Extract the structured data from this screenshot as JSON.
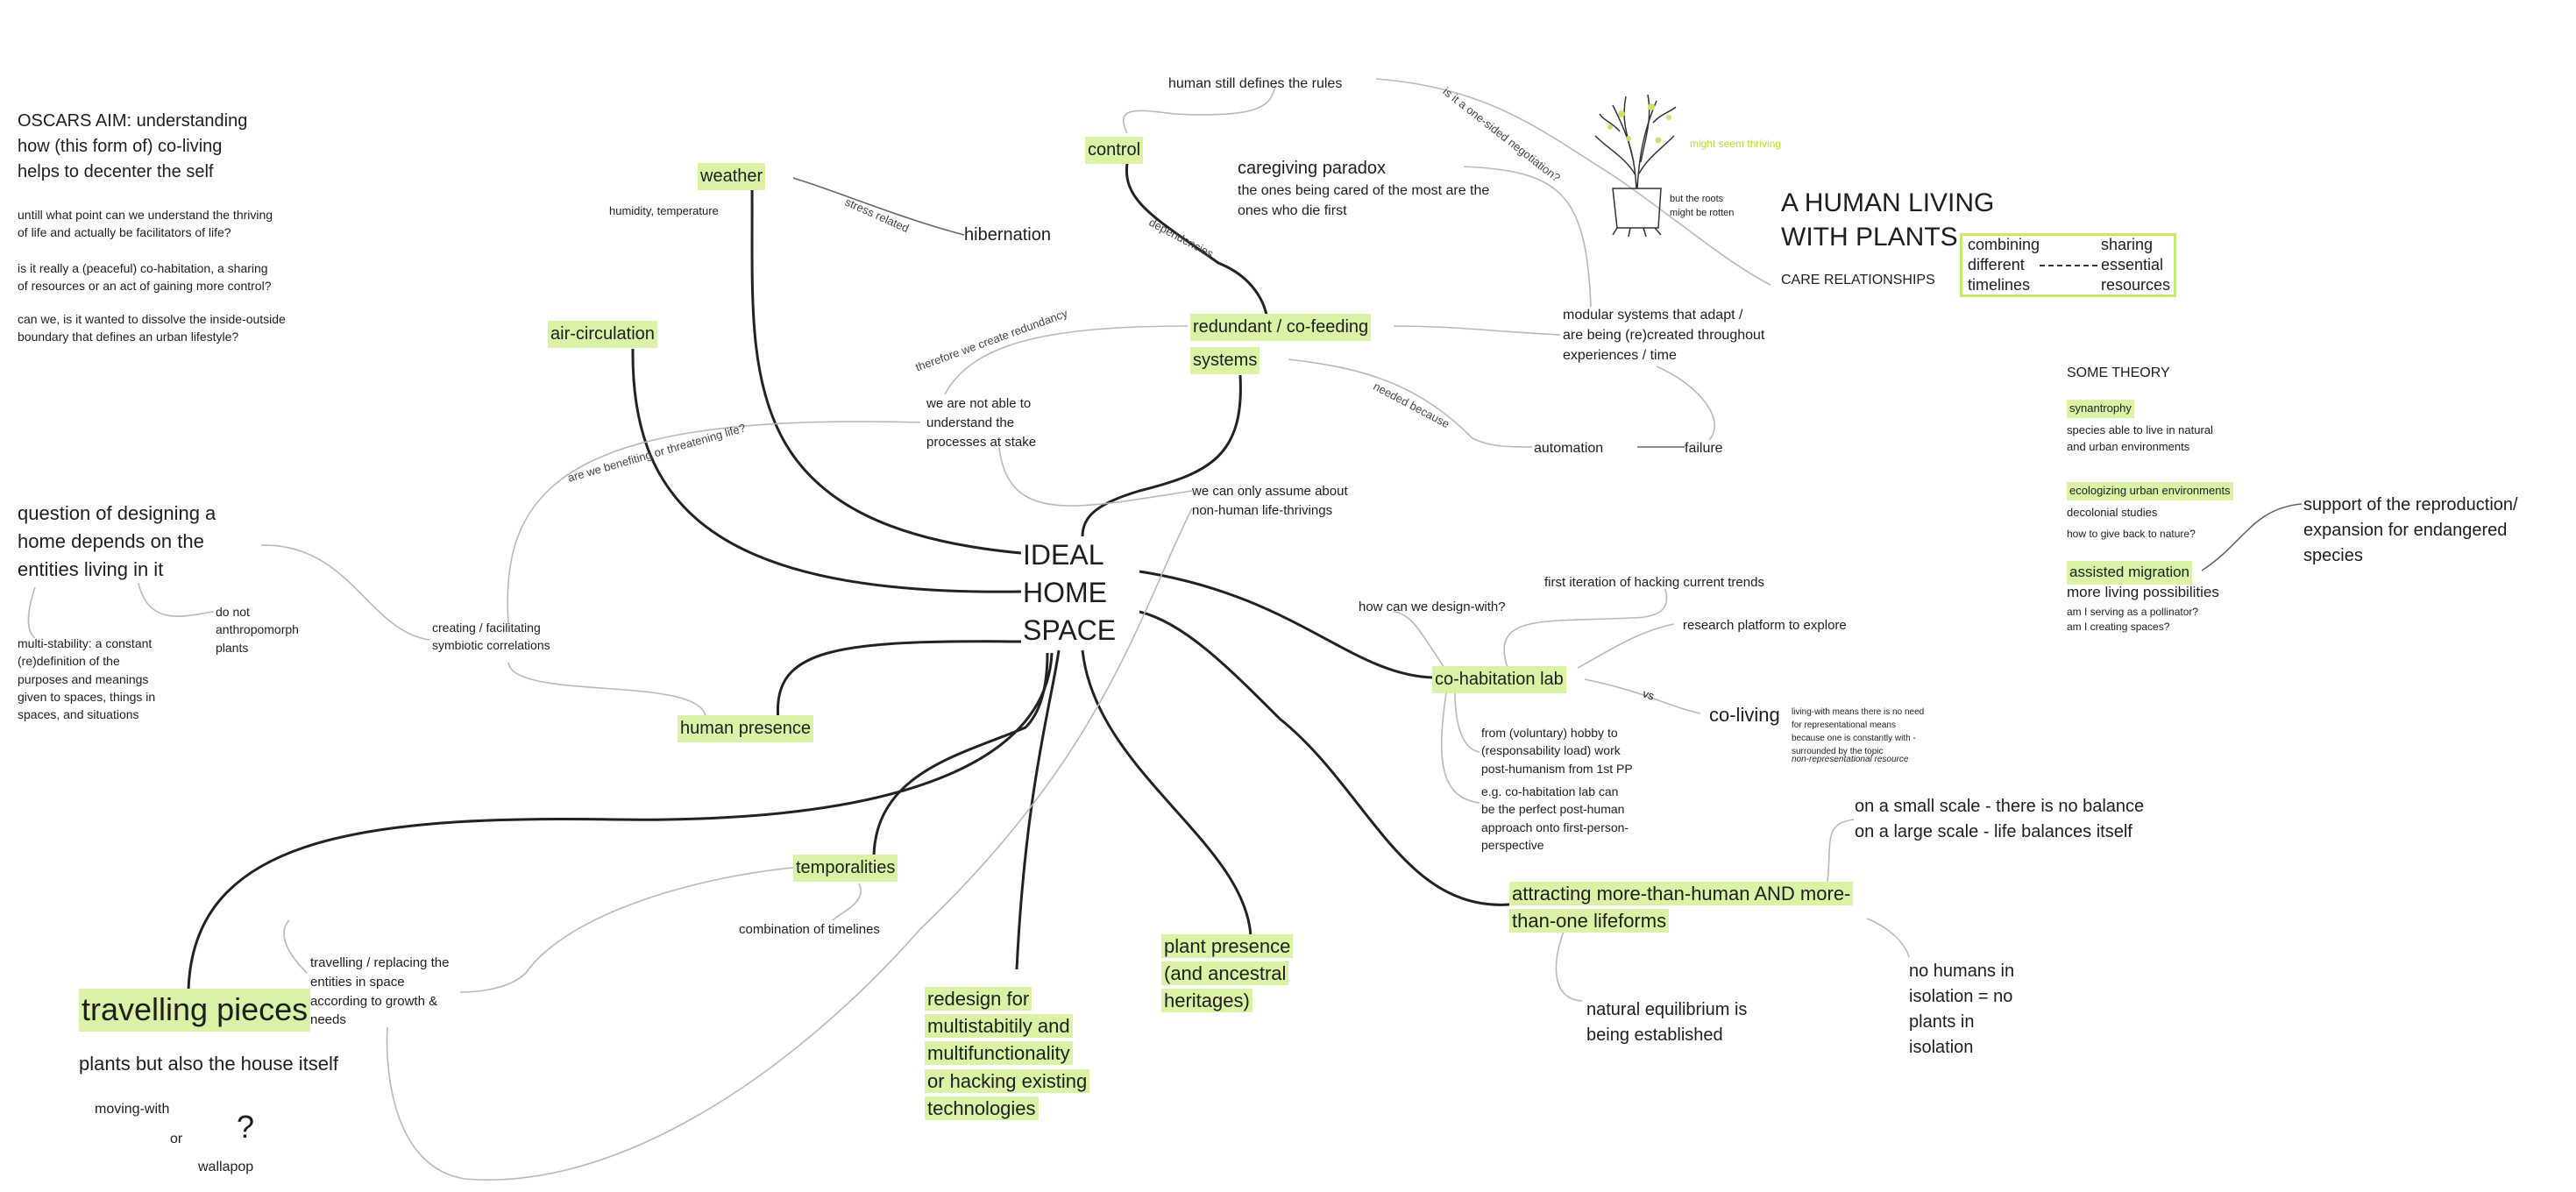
{
  "aim": {
    "title": "OSCARS AIM: understanding\nhow (this form of) co-living\nhelps to decenter the self",
    "q1": "untill what point can we understand the thriving\nof life and actually be facilitators of life?",
    "q2": "is it really a (peaceful) co-habitation, a sharing\nof resources or an act of gaining more control?",
    "q3": "can we, is it wanted to dissolve the inside-outside\nboundary that defines an urban lifestyle?"
  },
  "designing": {
    "question": "question of designing a\nhome depends on the\nentities living in it",
    "multistability": "multi-stability: a constant\n(re)definition of the\npurposes and meanings\ngiven to spaces, things in\nspaces, and situations",
    "not_anthropomorph": "do not\nanthropomorph\nplants",
    "symbiotic": "creating / facilitating\nsymbiotic correlations"
  },
  "center": {
    "title": "IDEAL\nHOME\nSPACE"
  },
  "nodes": {
    "weather": "weather",
    "humidity": "humidity, temperature",
    "hibernation": "hibernation",
    "air_circulation": "air-circulation",
    "control": "control",
    "human_rules": "human still defines the rules",
    "caregiving_title": "caregiving paradox",
    "caregiving_body": "the ones being cared of the most are the\nones who die first",
    "redundant_1": "redundant / co-feeding",
    "redundant_2": "systems",
    "modular": "modular systems that adapt /\nare being (re)created throughout\nexperiences / time",
    "automation": "automation",
    "failure": "failure",
    "not_able": "we are not able to\nunderstand the\nprocesses at stake",
    "assume": "we can only assume about\nnon-human life-thrivings",
    "human_presence": "human presence",
    "temporalities": "temporalities",
    "combination": "combination of timelines",
    "travelling_pieces": "travelling pieces",
    "travelling_desc": "travelling / replacing the\nentities in space\naccording to growth &\nneeds",
    "plants_house": "plants but also the house itself",
    "moving_with": "moving-with",
    "or": "or",
    "question_mark": "?",
    "wallapop": "wallapop",
    "redesign": [
      "redesign for",
      "multistabitily and",
      "multifunctionality",
      "or hacking existing",
      "technologies"
    ],
    "plant_presence": [
      "plant presence",
      "(and ancestral",
      "heritages)"
    ],
    "cohab_lab": "co-habitation lab",
    "design_with": "how can we design-with?",
    "first_iteration": "first iteration of hacking current trends",
    "research_platform": "research platform to explore",
    "vs": "vs",
    "coliving": "co-living",
    "coliving_note": "living-with means there is no need\nfor representational means\nbecause one is constantly with -\nsurrounded by the topic",
    "coliving_note_italic": "non-representational resource",
    "hobby": "from (voluntary) hobby to\n(responsability load) work\npost-humanism from 1st PP",
    "eg_lab": "e.g. co-habitation lab can\nbe the perfect post-human\napproach onto first-person-\nperspective",
    "attracting": [
      "attracting more-than-human AND more-",
      "than-one lifeforms"
    ],
    "small_scale": "on a small scale - there is no balance\non a large scale - life balances itself",
    "no_humans": "no humans in\nisolation = no\nplants in\nisolation",
    "equilibrium": "natural equilibrium is\nbeing established"
  },
  "edge_labels": {
    "stress": "stress related",
    "dependencies": "dependencies",
    "one_sided": "is it a one-sided negotiation?",
    "redundancy": "therefore we create redundancy",
    "benefiting": "are we benefiting or threatening life?",
    "needed": "needed because"
  },
  "plant_sketch": {
    "thriving": "might seem thriving",
    "roots": "but the roots\nmight be rotten"
  },
  "header": {
    "title": "A HUMAN LIVING\nWITH PLANTS",
    "subtitle": "CARE RELATIONSHIPS"
  },
  "legend": {
    "combining": "combining",
    "different": "different",
    "timelines": "timelines",
    "sharing": "sharing",
    "essential": "essential",
    "resources": "resources"
  },
  "theory": {
    "title": "SOME THEORY",
    "synantrophy": "synantrophy",
    "synantrophy_desc": "species able to live in natural\nand urban environments",
    "ecologizing": "ecologizing urban environments",
    "decolonial": "decolonial studies",
    "give_back": "how to give back to nature?",
    "assisted": "assisted migration",
    "more_living": "more living possibilities",
    "pollinator": "am I serving as a pollinator?\nam I creating spaces?",
    "support": "support of the reproduction/\nexpansion for endangered\nspecies"
  },
  "colors": {
    "highlight": "#d9f2a6",
    "legend_border": "#c6ea6a",
    "accent_text": "#b5d930"
  }
}
